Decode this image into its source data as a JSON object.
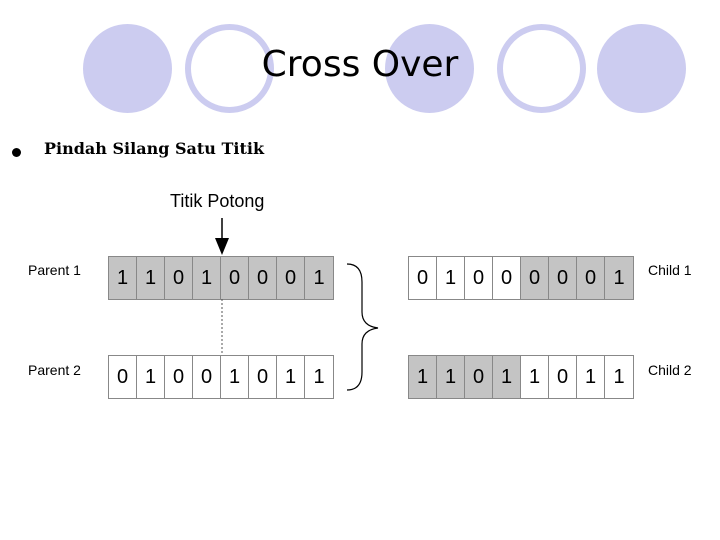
{
  "slide": {
    "title": "Cross Over",
    "bullet": "Pindah Silang Satu Titik"
  },
  "diagram": {
    "cut_label": "Titik Potong",
    "cut_after_gene": 4,
    "rows": [
      {
        "id": "parent-1",
        "label": "Parent 1",
        "bits": [
          "1",
          "1",
          "0",
          "1",
          "0",
          "0",
          "0",
          "1"
        ],
        "shaded": [
          1,
          1,
          1,
          1,
          1,
          1,
          1,
          1
        ]
      },
      {
        "id": "parent-2",
        "label": "Parent 2",
        "bits": [
          "0",
          "1",
          "0",
          "0",
          "1",
          "0",
          "1",
          "1"
        ],
        "shaded": [
          0,
          0,
          0,
          0,
          0,
          0,
          0,
          0
        ]
      },
      {
        "id": "child-1",
        "label": "Child 1",
        "bits": [
          "0",
          "1",
          "0",
          "0",
          "0",
          "0",
          "0",
          "1"
        ],
        "shaded": [
          0,
          0,
          0,
          0,
          1,
          1,
          1,
          1
        ]
      },
      {
        "id": "child-2",
        "label": "Child 2",
        "bits": [
          "1",
          "1",
          "0",
          "1",
          "1",
          "0",
          "1",
          "1"
        ],
        "shaded": [
          1,
          1,
          1,
          1,
          0,
          0,
          0,
          0
        ]
      }
    ]
  },
  "colors": {
    "decoration": "#ccccf0",
    "shaded_gene": "#c4c4c4"
  }
}
